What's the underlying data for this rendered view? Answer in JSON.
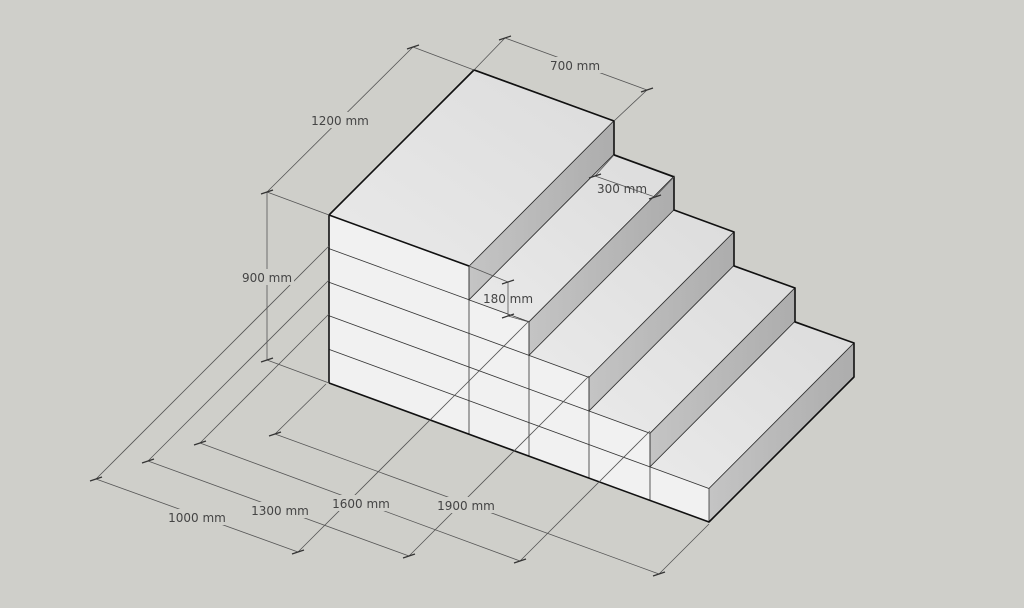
{
  "model": {
    "name": "stairs",
    "step_count": 5,
    "colors": {
      "background": "#cfcfca",
      "tread": "#e2e2e2",
      "riser": "#b6b6b6",
      "front": "#f1f1f1",
      "edge": "#111111"
    }
  },
  "dimensions": {
    "total_depth_top": "1200 mm",
    "top_step": "700 mm",
    "tread": "300 mm",
    "height": "900 mm",
    "riser": "180 mm",
    "run_1000": "1000 mm",
    "run_1300": "1300 mm",
    "run_1600": "1600 mm",
    "run_1900": "1900 mm"
  }
}
